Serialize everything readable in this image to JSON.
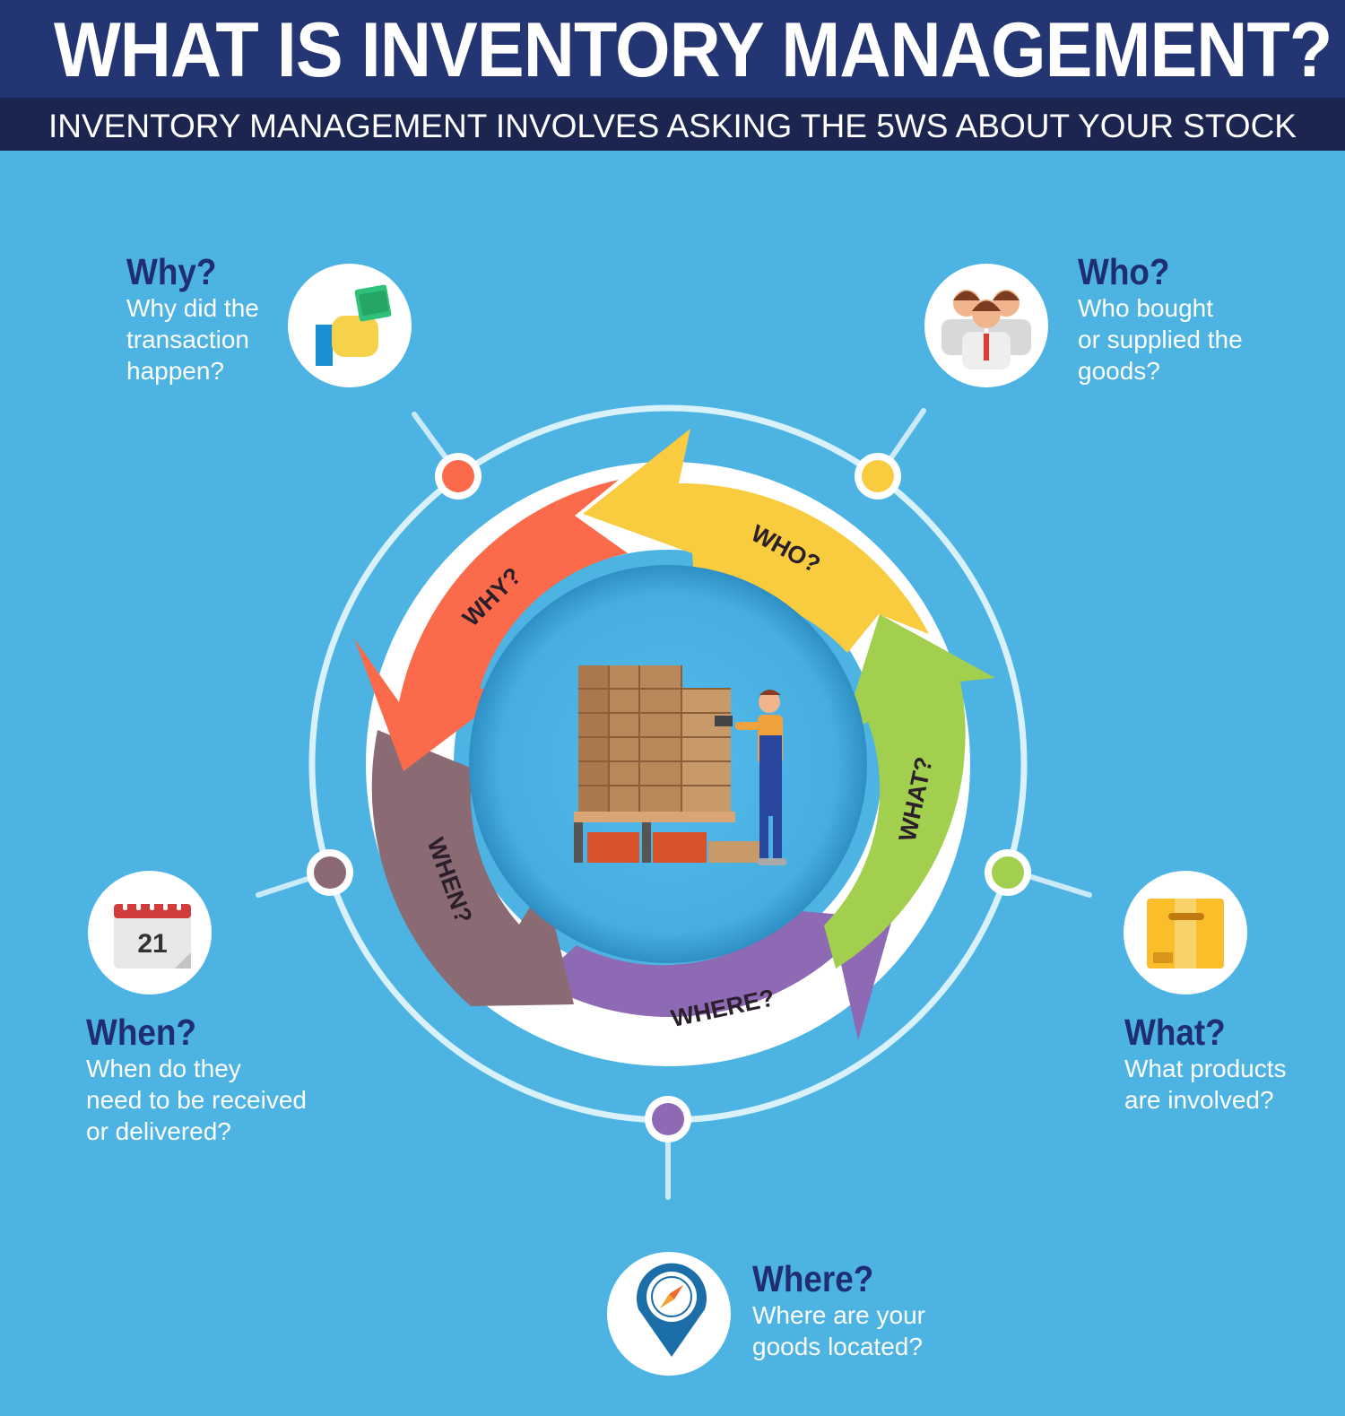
{
  "header": {
    "title": "WHAT IS INVENTORY MANAGEMENT?",
    "subtitle": "INVENTORY MANAGEMENT INVOLVES ASKING THE 5WS ABOUT YOUR STOCK"
  },
  "colors": {
    "background": "#4db3e3",
    "header": "#243574",
    "subheader": "#1b2550",
    "why": "#fb6a4a",
    "who": "#f9cb3f",
    "what": "#a3cf4e",
    "where": "#8e6ab4",
    "when": "#8a6a73",
    "heading_text": "#1f2d73"
  },
  "cycle": {
    "why_label": "WHY?",
    "who_label": "WHO?",
    "what_label": "WHAT?",
    "where_label": "WHERE?",
    "when_label": "WHEN?"
  },
  "questions": {
    "why": {
      "title": "Why?",
      "lines": [
        "Why did the",
        "transaction",
        "happen?"
      ],
      "icon": "money-hand-icon"
    },
    "who": {
      "title": "Who?",
      "lines": [
        "Who bought",
        "or supplied the",
        "goods?"
      ],
      "icon": "people-icon"
    },
    "when": {
      "title": "When?",
      "lines": [
        "When do they",
        "need to be received",
        "or delivered?"
      ],
      "icon": "calendar-icon",
      "calendar_day": "21"
    },
    "what": {
      "title": "What?",
      "lines": [
        "What products",
        "are involved?"
      ],
      "icon": "package-box-icon"
    },
    "where": {
      "title": "Where?",
      "lines": [
        "Where are your",
        "goods located?"
      ],
      "icon": "location-pin-compass-icon"
    }
  },
  "center_illustration": "warehouse-worker-scanning-boxes-icon"
}
